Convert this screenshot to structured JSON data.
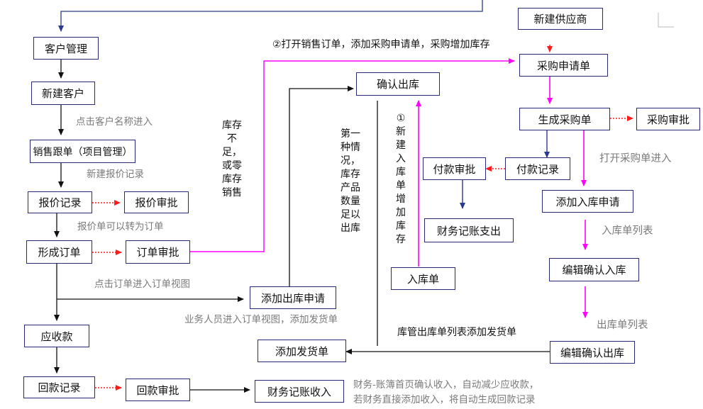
{
  "nodes": {
    "customer_mgmt": "客户管理",
    "new_customer": "新建客户",
    "sales_follow": "销售跟单（项目管理）",
    "quote_record": "报价记录",
    "quote_approval": "报价审批",
    "form_order": "形成订单",
    "order_approval": "订单审批",
    "receivable": "应收款",
    "payment_record": "回款记录",
    "payment_approval": "回款审批",
    "finance_income": "财务记账收入",
    "add_outbound_request": "添加出库申请",
    "add_delivery": "添加发货单",
    "confirm_outbound": "确认出库",
    "inbound_sheet": "入库单",
    "pay_approval": "付款审批",
    "pay_record": "付款记录",
    "finance_expense": "财务记账支出",
    "new_supplier": "新建供应商",
    "purchase_request": "采购申请单",
    "generate_po": "生成采购单",
    "po_approval": "采购审批",
    "add_inbound_request": "添加入库申请",
    "edit_confirm_inbound": "编辑确认入库",
    "edit_confirm_outbound": "编辑确认出库"
  },
  "notes": {
    "click_customer": "点击客户名称进入",
    "new_quote": "新建报价记录",
    "quote_to_order": "报价单可以转为订单",
    "click_order": "点击订单进入订单视图",
    "sales_add_delivery": "业务人员进入订单视图，添加发货单",
    "finance_line1": "财务-账簿首页确认收入，自动减少应收款，",
    "finance_line2": "若财务直接添加收入，将自动生成回款记录",
    "open_sales_order": "②打开销售订单，添加采购申请单，采购增加库存",
    "open_po": "打开采购单进入",
    "inbound_list": "入库单列表",
    "outbound_list": "出库单列表",
    "warehouse_add_delivery": "库管出库单列表添加发货单"
  },
  "vertical_notes": {
    "stock_short": [
      "库存",
      "不",
      "足，",
      "或零",
      "库存",
      "销售"
    ],
    "case_one": [
      "第一",
      "种情",
      "况，",
      "库存",
      "产品",
      "数量",
      "足以",
      "出库"
    ],
    "new_inbound": [
      "①",
      "新",
      "建",
      "入",
      "库",
      "单",
      "增",
      "加",
      "库",
      "存"
    ]
  },
  "colors": {
    "flow": "#111111",
    "blue": "#2a3a8c",
    "magenta": "#ff00ff",
    "red_dotted": "#ff1a1a",
    "border": "#2a2a7a"
  }
}
